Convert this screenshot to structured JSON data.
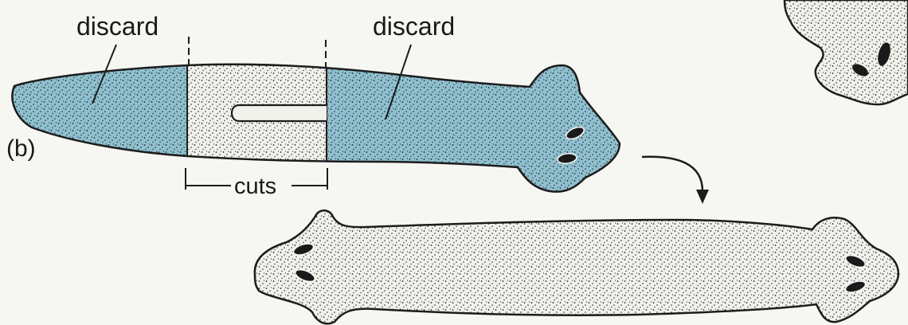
{
  "figure": {
    "panel_label": "(b)",
    "labels": {
      "discard_left": "discard",
      "discard_right": "discard",
      "cuts": "cuts"
    }
  },
  "colors": {
    "paper": "#f6f6f3",
    "discard_fill": "#8fc0d0",
    "stipple_fill": "#f1f1ec",
    "outline": "#1c1c1c",
    "eye": "#1a1a1a"
  },
  "icons": {
    "arrow": "curved-down-arrow",
    "organism": "planarian-flatworm"
  }
}
